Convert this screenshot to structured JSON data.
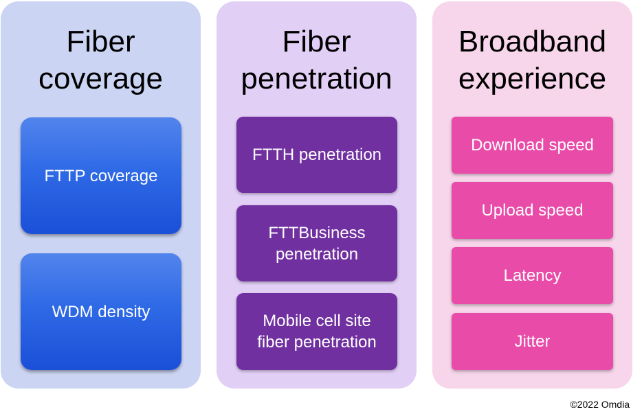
{
  "columns": [
    {
      "title": "Fiber\ncoverage",
      "color": "#cbd4f2",
      "items": [
        "FTTP coverage",
        "WDM density"
      ]
    },
    {
      "title": "Fiber\npenetration",
      "color": "#e2cff6",
      "items": [
        "FTTH penetration",
        "FTTBusiness\npenetration",
        "Mobile cell site\nfiber penetration"
      ]
    },
    {
      "title": "Broadband\nexperience",
      "color": "#f7d5ea",
      "items": [
        "Download speed",
        "Upload speed",
        "Latency",
        "Jitter"
      ]
    }
  ],
  "colors": {
    "blue_box": "#2f6ae6",
    "purple_box": "#7030a0",
    "pink_box": "#e84ba8"
  },
  "credit": "©2022 Omdia"
}
